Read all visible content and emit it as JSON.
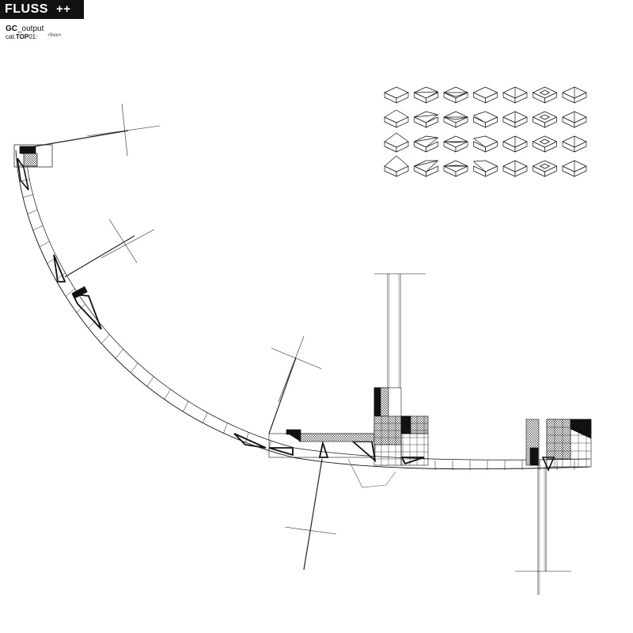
{
  "header": {
    "brand": "FLUSS",
    "brand_suffix": "++",
    "output_prefix": "GC",
    "output_suffix": "_output",
    "cat_prefix": "cat.",
    "cat_name": "TOP",
    "cat_suffix": "01:",
    "cat_status": "<free>"
  },
  "catalog": {
    "rows": 4,
    "cols": 7,
    "icon": "roof-module-icon"
  },
  "colors": {
    "ink": "#111111",
    "paper": "#ffffff"
  }
}
